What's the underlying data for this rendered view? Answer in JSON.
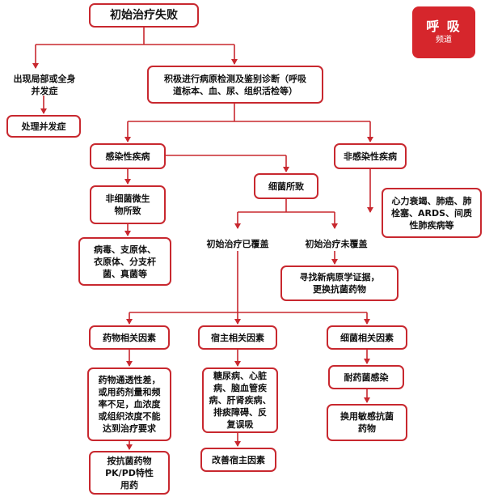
{
  "logo": {
    "line1": "呼 吸",
    "line2": "频道"
  },
  "nodes": {
    "initial_failure": "初始治疗失败",
    "local_complication": "出现局部或全身\n并发症",
    "treat_complication": "处理并发症",
    "pathogen_detection": "积极进行病原检测及鉴别诊断（呼吸\n道标本、血、尿、组织活检等）",
    "infectious": "感染性疾病",
    "noninfectious": "非感染性疾病",
    "nonbacterial": "非细菌微生\n物所致",
    "nonbacterial_examples": "病毒、支原体、\n衣原体、分支杆\n菌、真菌等",
    "bacterial": "细菌所致",
    "noninfectious_examples": "心力衰竭、肺癌、肺\n栓塞、ARDS、间质\n性肺疾病等",
    "covered": "初始治疗已覆盖",
    "not_covered": "初始治疗未覆盖",
    "new_evidence": "寻找新病原学证据，\n更换抗菌药物",
    "drug_factors": "药物相关因素",
    "host_factors": "宿主相关因素",
    "bacteria_factors": "细菌相关因素",
    "drug_detail": "药物通透性差，\n或用药剂量和频\n率不足，血浓度\n或组织浓度不能\n达到治疗要求",
    "host_detail": "糖尿病、心脏\n病、脑血管疾\n病、肝肾疾病、\n排痰障碍、反\n复误吸",
    "resistant": "耐药菌感染",
    "drug_adjust": "按抗菌药物\nPK/PD特性\n用药",
    "improve_host": "改善宿主因素",
    "switch_sensitive": "换用敏感抗菌\n药物"
  }
}
